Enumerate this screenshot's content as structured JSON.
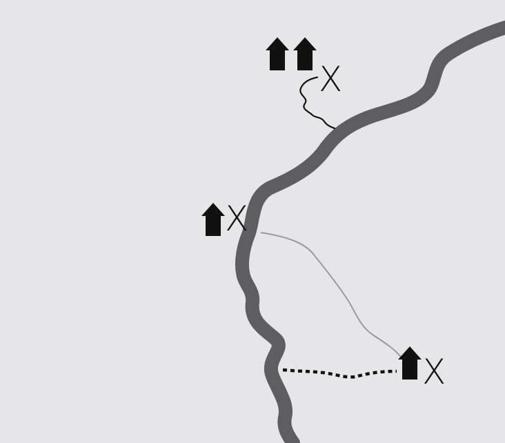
{
  "background_color": "#e6e6e8",
  "river": {
    "name": "",
    "color": "#5e5e60"
  },
  "settlements": [
    {
      "id": "north-village",
      "house_count": 2,
      "marker": "X",
      "connection": "wavy-line"
    },
    {
      "id": "middle-village",
      "house_count": 1,
      "marker": "X",
      "connection": "none"
    },
    {
      "id": "south-village",
      "house_count": 1,
      "marker": "X",
      "connection": "dotted-line"
    }
  ],
  "paths": [
    {
      "id": "north-wavy-path",
      "style": "wavy",
      "color": "#111111"
    },
    {
      "id": "middle-to-south-path",
      "style": "thin-line",
      "color": "#9a9a9c"
    },
    {
      "id": "south-dotted-path",
      "style": "dotted",
      "color": "#111111"
    }
  ],
  "icons": {
    "house": "house-arrow-icon",
    "marker": "x-mark"
  }
}
